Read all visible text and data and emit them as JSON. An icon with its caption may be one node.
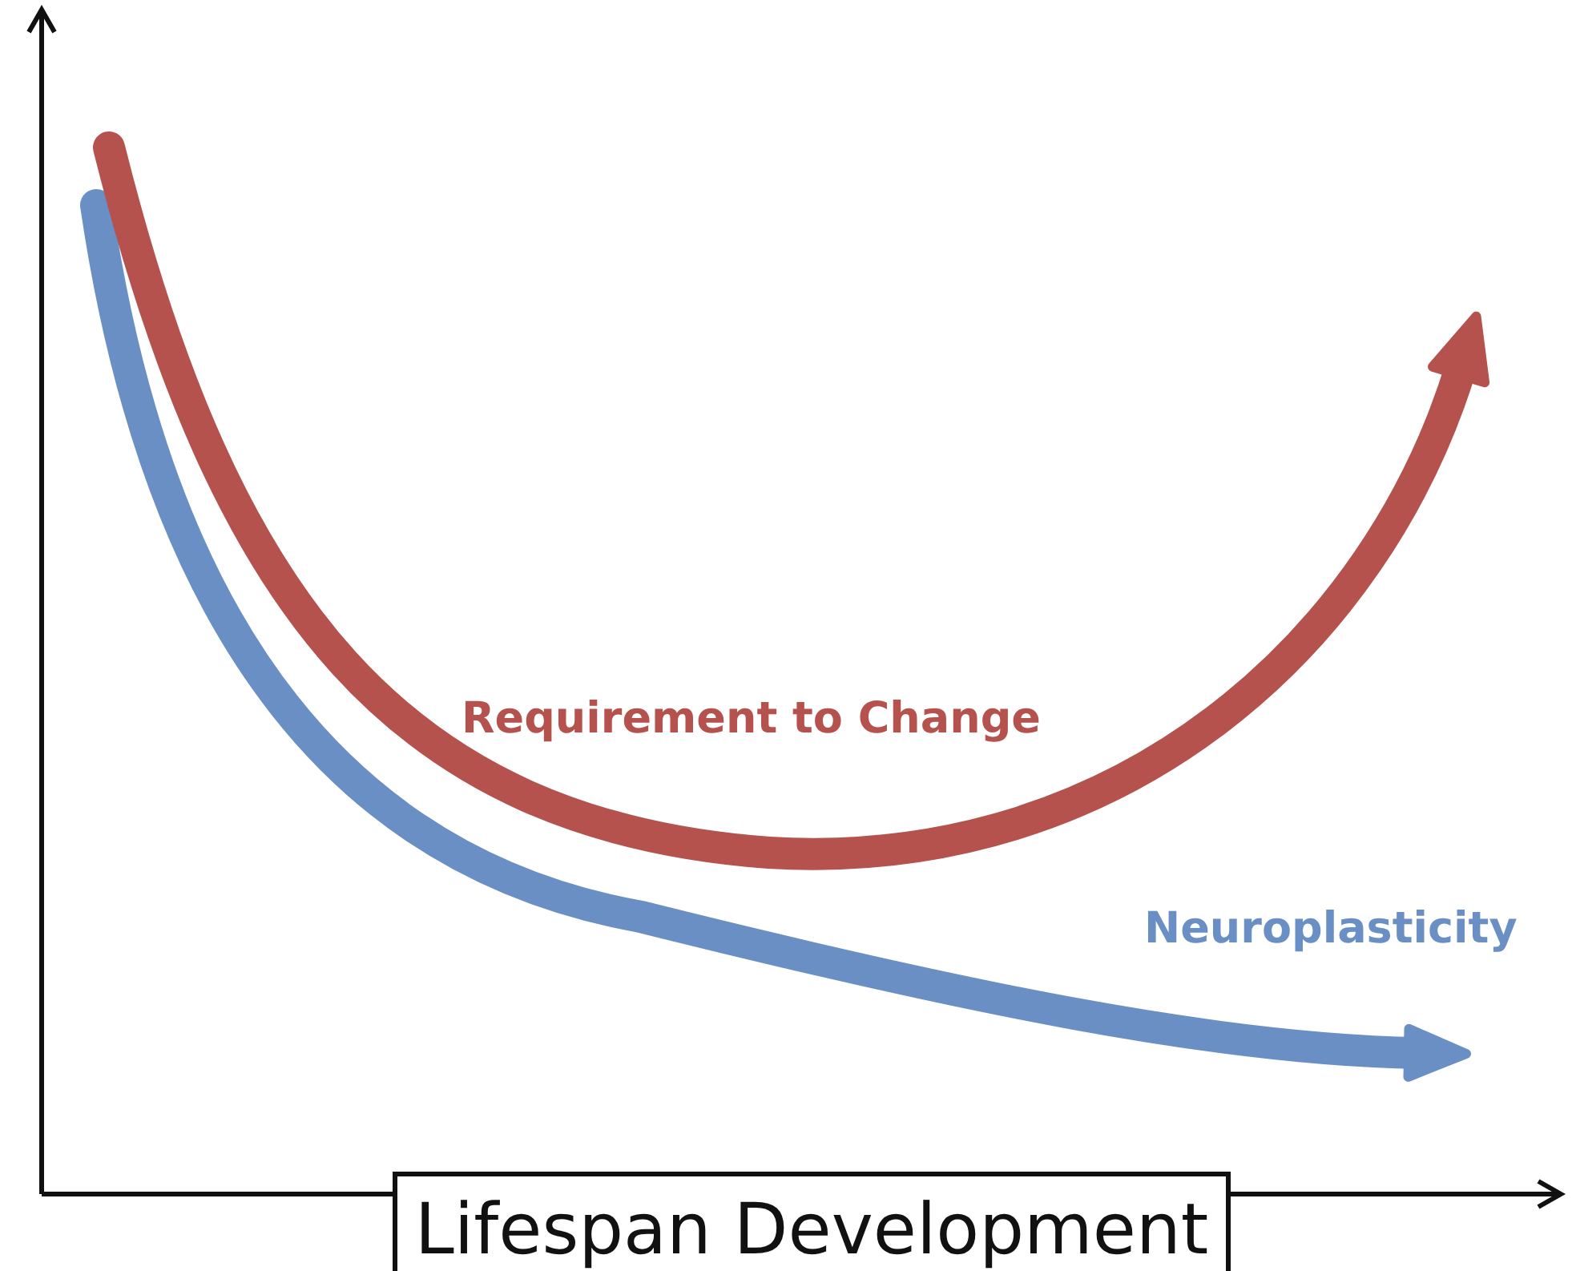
{
  "diagram": {
    "nodes": [
      {
        "text": [
          "Lifespan Development"
        ]
      }
    ],
    "labels": [
      "Requirement to Change",
      "Neuroplasticity"
    ]
  }
}
